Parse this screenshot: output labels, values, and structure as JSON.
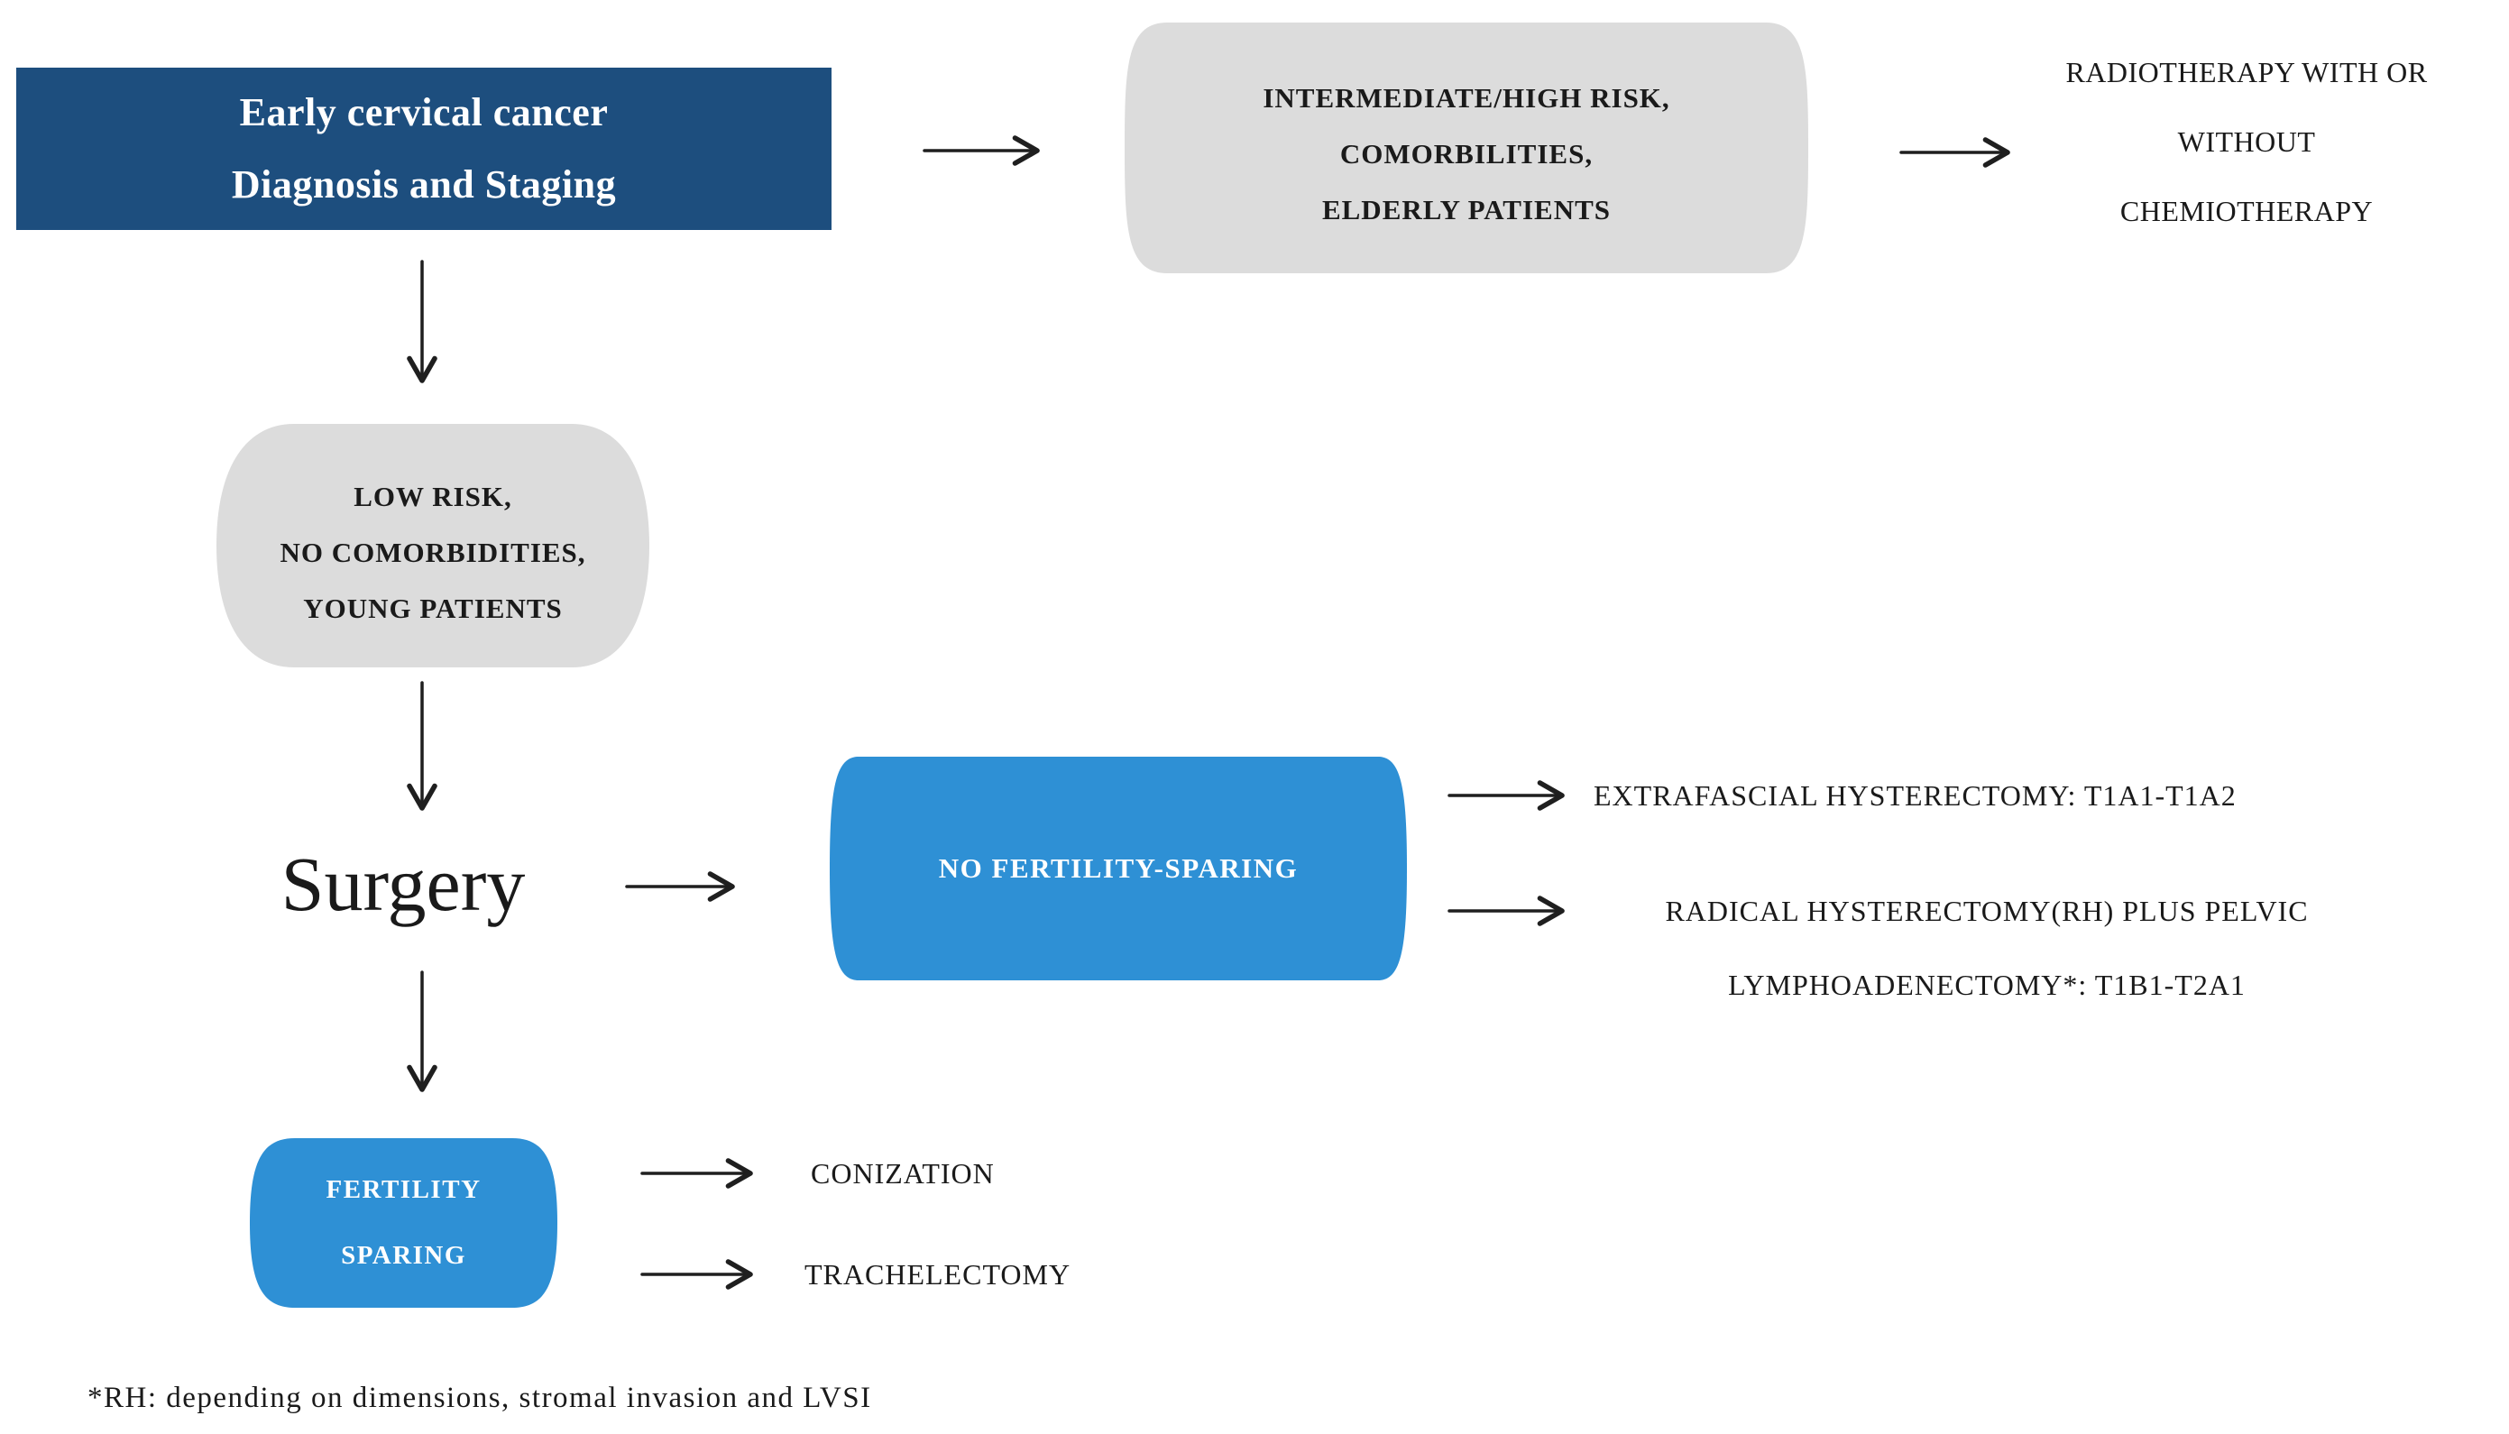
{
  "palette": {
    "header_bg": "#1d4e7e",
    "node_blue": "#2e90d5",
    "node_gray": "#dcdcdc",
    "text": "#1a1a1a",
    "arrow": "#1f1f1f",
    "white_text": "#ffffff"
  },
  "header": {
    "line1": "Early cervical cancer",
    "line2": "Diagnosis and Staging"
  },
  "nodes": {
    "intermediate": {
      "lines": [
        "INTERMEDIATE/HIGH RISK,",
        "COMORBILITIES,",
        "ELDERLY PATIENTS"
      ]
    },
    "radiotherapy": {
      "lines": [
        "RADIOTHERAPY WITH OR",
        "WITHOUT",
        "CHEMIOTHERAPY"
      ]
    },
    "low_risk": {
      "lines": [
        "LOW RISK,",
        "NO COMORBIDITIES,",
        "YOUNG PATIENTS"
      ]
    },
    "surgery": {
      "label": "Surgery"
    },
    "no_fertility": {
      "label": "NO FERTILITY-SPARING"
    },
    "extrafascial": {
      "label": "EXTRAFASCIAL HYSTERECTOMY: T1A1-T1A2"
    },
    "radical": {
      "lines": [
        "RADICAL HYSTERECTOMY(RH) PLUS PELVIC",
        "LYMPHOADENECTOMY*: T1B1-T2A1"
      ]
    },
    "fertility": {
      "lines": [
        "FERTILITY",
        "SPARING"
      ]
    },
    "conization": {
      "label": "CONIZATION"
    },
    "trachelectomy": {
      "label": "TRACHELECTOMY"
    }
  },
  "footnote": "*RH: depending on dimensions, stromal invasion and LVSI"
}
